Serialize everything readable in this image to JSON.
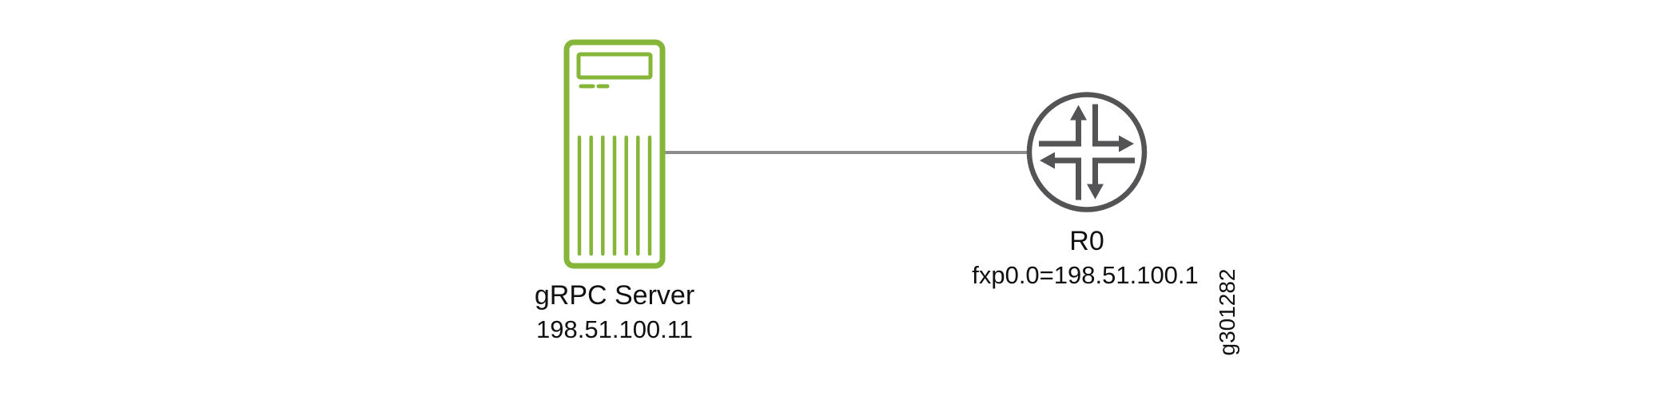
{
  "figure": {
    "figure_id": "g301282",
    "server_node": {
      "type": "server",
      "label": "gRPC Server",
      "address": "198.51.100.11"
    },
    "router_node": {
      "type": "router",
      "label": "R0",
      "address": "fxp0.0=198.51.100.1"
    },
    "link": {
      "from": "gRPC Server",
      "to": "R0"
    }
  },
  "colors": {
    "server_green": "#85b539",
    "router_gray": "#545456",
    "link_gray": "#8b8d8f",
    "text": "#111111",
    "background": "#ffffff"
  }
}
